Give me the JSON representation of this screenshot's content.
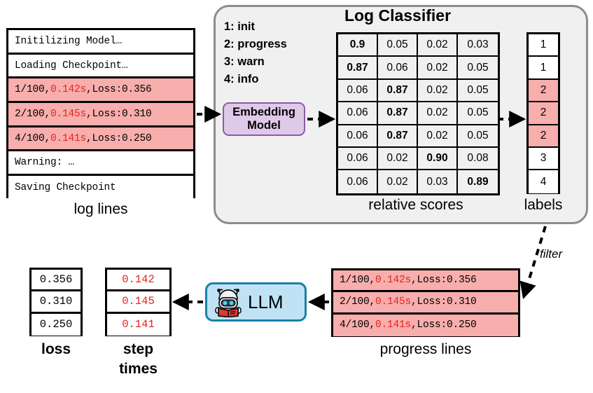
{
  "diagram": {
    "title": "Log Classifier pipeline",
    "colors": {
      "highlight_row": "#f7aead",
      "red_text": "#e2251f",
      "embedding_fill": "#dfc9e8",
      "embedding_border": "#8e5ba6",
      "llm_fill": "#bfe3f4",
      "llm_border": "#1c7fa8",
      "panel_fill": "#f0f0f0",
      "panel_border": "#8c8c8c"
    }
  },
  "log_lines": {
    "caption": "log lines",
    "rows": [
      {
        "text": "Initilizing Model…",
        "highlight": false
      },
      {
        "text": "Loading Checkpoint…",
        "highlight": false
      },
      {
        "prefix": "1/100,",
        "time": "0.142s",
        "suffix": ",Loss:0.356",
        "highlight": true
      },
      {
        "prefix": "2/100,",
        "time": "0.145s",
        "suffix": ",Loss:0.310",
        "highlight": true
      },
      {
        "prefix": "4/100,",
        "time": "0.141s",
        "suffix": ",Loss:0.250",
        "highlight": true
      },
      {
        "text": "Warning: …",
        "highlight": false
      },
      {
        "text": "Saving Checkpoint",
        "highlight": false
      }
    ]
  },
  "classifier": {
    "title": "Log Classifier",
    "legend": [
      "1: init",
      "2: progress",
      "3: warn",
      "4: info"
    ],
    "embedding_model": {
      "line1": "Embedding",
      "line2": "Model"
    },
    "scores_caption": "relative scores",
    "labels_caption": "labels",
    "scores_rows": [
      {
        "values": [
          "0.9",
          "0.05",
          "0.02",
          "0.03"
        ],
        "argmax": 0
      },
      {
        "values": [
          "0.87",
          "0.06",
          "0.02",
          "0.05"
        ],
        "argmax": 0
      },
      {
        "values": [
          "0.06",
          "0.87",
          "0.02",
          "0.05"
        ],
        "argmax": 1
      },
      {
        "values": [
          "0.06",
          "0.87",
          "0.02",
          "0.05"
        ],
        "argmax": 1
      },
      {
        "values": [
          "0.06",
          "0.87",
          "0.02",
          "0.05"
        ],
        "argmax": 1
      },
      {
        "values": [
          "0.06",
          "0.02",
          "0.90",
          "0.08"
        ],
        "argmax": 2
      },
      {
        "values": [
          "0.06",
          "0.02",
          "0.03",
          "0.89"
        ],
        "argmax": 3
      }
    ],
    "labels": [
      {
        "value": "1",
        "highlight": false
      },
      {
        "value": "1",
        "highlight": false
      },
      {
        "value": "2",
        "highlight": true
      },
      {
        "value": "2",
        "highlight": true
      },
      {
        "value": "2",
        "highlight": true
      },
      {
        "value": "3",
        "highlight": false
      },
      {
        "value": "4",
        "highlight": false
      }
    ]
  },
  "filter": {
    "label": "filter"
  },
  "progress_lines": {
    "caption": "progress lines",
    "rows": [
      {
        "prefix": "1/100,",
        "time": "0.142s",
        "suffix": ",Loss:0.356"
      },
      {
        "prefix": "2/100,",
        "time": "0.145s",
        "suffix": ",Loss:0.310"
      },
      {
        "prefix": "4/100,",
        "time": "0.141s",
        "suffix": ",Loss:0.250"
      }
    ]
  },
  "llm": {
    "label": "LLM",
    "icon": "robot-reading-book-icon"
  },
  "loss": {
    "caption": "loss",
    "values": [
      "0.356",
      "0.310",
      "0.250"
    ]
  },
  "step_times": {
    "caption_line1": "step",
    "caption_line2": "times",
    "values": [
      "0.142",
      "0.145",
      "0.141"
    ]
  }
}
